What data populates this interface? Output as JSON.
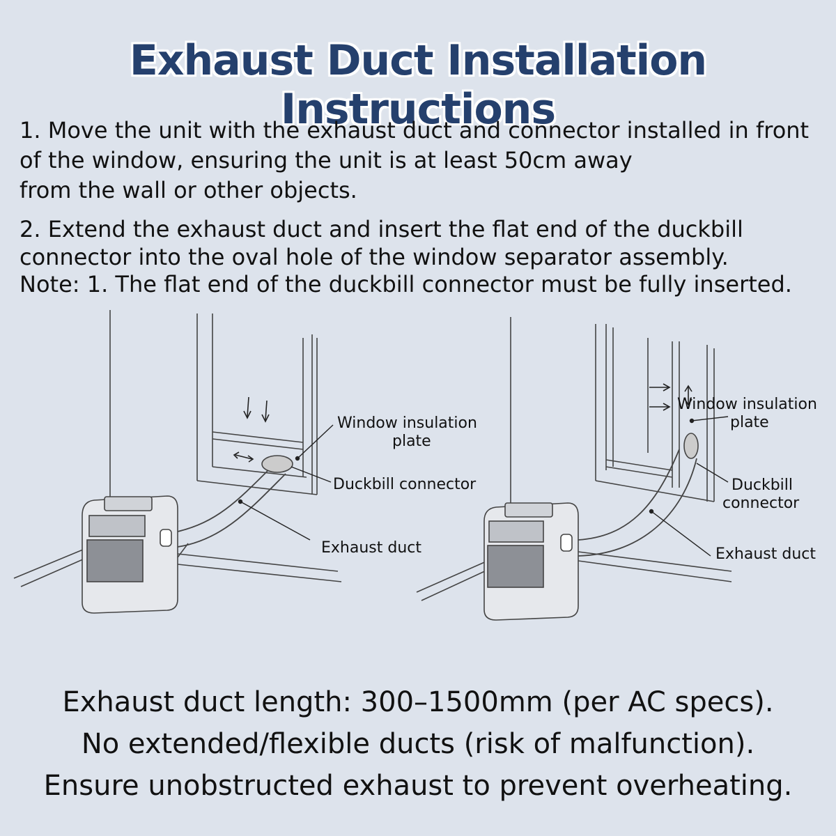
{
  "title": "Exhaust Duct Installation Instructions",
  "steps": {
    "step1_lines": [
      "1. Move the unit with the exhaust duct and connector installed in front",
      "of the window, ensuring the unit is at least 50cm away",
      "from the wall or other objects."
    ],
    "step2_lines": [
      "2. Extend the exhaust duct and insert the flat end of the duckbill",
      "connector into the oval hole of the window separator assembly."
    ],
    "note": "Note: 1. The flat end of the duckbill connector must be fully inserted."
  },
  "diagram_left": {
    "label_plate_1": "Window insulation",
    "label_plate_2": "plate",
    "label_connector": "Duckbill connector",
    "label_duct": "Exhaust duct"
  },
  "diagram_right": {
    "label_plate_1": "Window insulation",
    "label_plate_2": "plate",
    "label_connector_1": "Duckbill",
    "label_connector_2": "connector",
    "label_duct": "Exhaust duct"
  },
  "footer": {
    "line1": "Exhaust duct length: 300–1500mm (per AC specs).",
    "line2": "No extended/flexible ducts (risk of malfunction).",
    "line3": "Ensure unobstructed exhaust to prevent overheating."
  },
  "colors": {
    "background": "#dde3ec",
    "title": "#25406d"
  }
}
